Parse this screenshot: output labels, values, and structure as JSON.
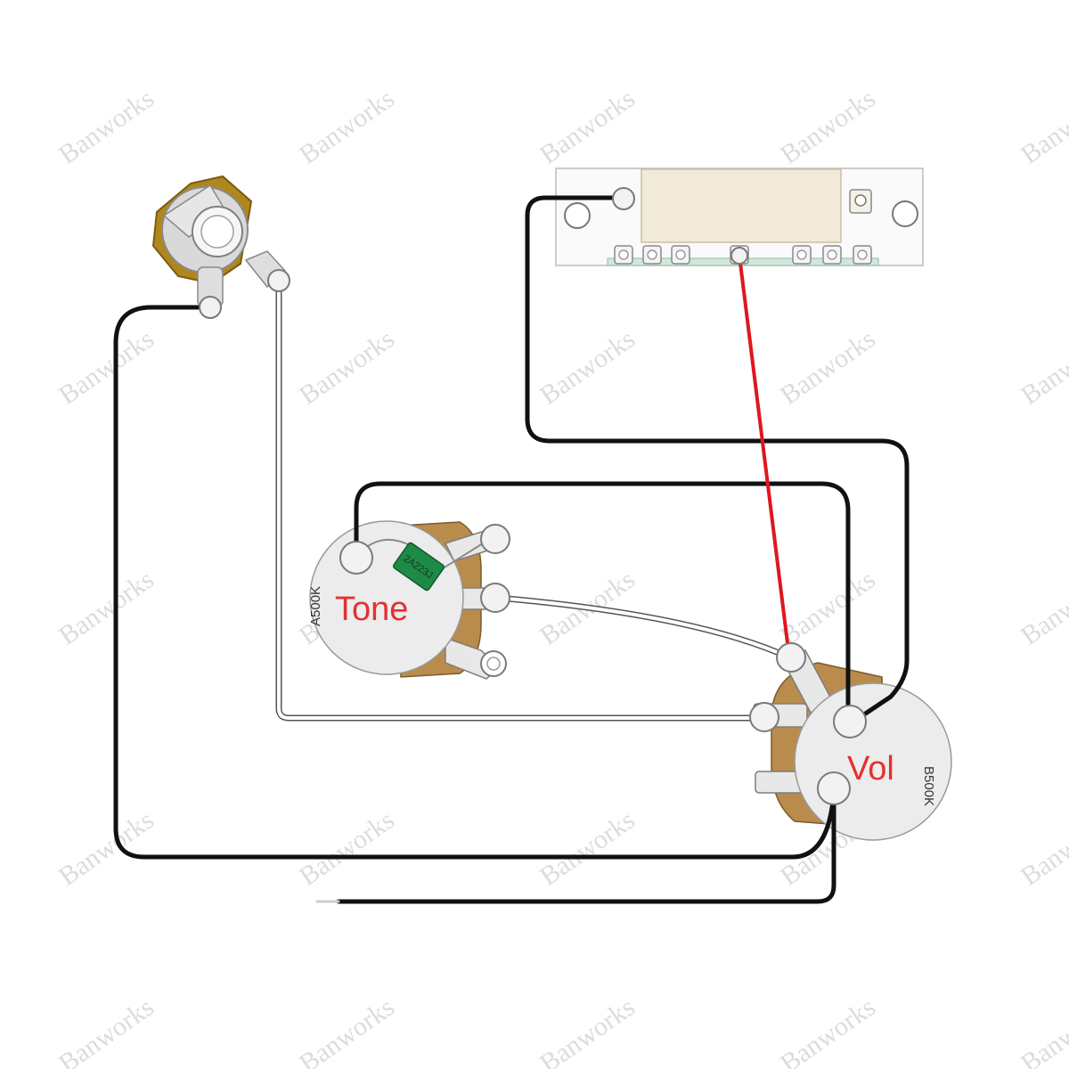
{
  "watermark": {
    "text": "Banworks"
  },
  "tone_pot": {
    "label": "Tone",
    "code": "A500K"
  },
  "volume_pot": {
    "label": "Vol",
    "code": "B500K"
  },
  "capacitor": {
    "code": "2A223J"
  },
  "colors": {
    "wire_black": "#111111",
    "wire_red": "#e0161e",
    "wire_white": "#ffffff",
    "pot_body": "#ececec",
    "pot_lugs": "#b98c4e",
    "jack_brass": "#b0861f",
    "pickup_cover": "#f1ead8",
    "capacitor": "#1e8a47",
    "label_red": "#e53030"
  }
}
